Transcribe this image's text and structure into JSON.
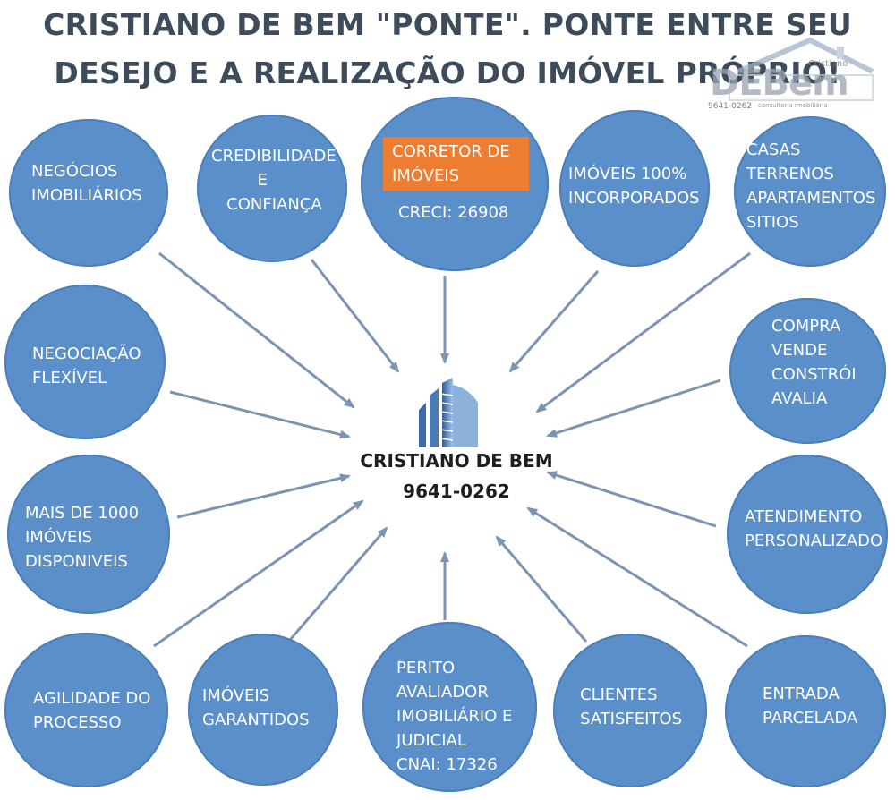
{
  "title": {
    "line1": "CRISTIANO DE BEM \"PONTE\". PONTE ENTRE SEU",
    "line2": "DESEJO E A REALIZAÇÃO DO IMÓVEL PRÓPRIO!"
  },
  "logo": {
    "brand": "DEBem",
    "name": "Cristiano",
    "phone": "9641-0262",
    "tagline": "consultoria imobiliária"
  },
  "center": {
    "name": "CRISTIANO DE BEM",
    "phone": "9641-0262",
    "icon": "building-icon"
  },
  "colors": {
    "circle": "#5b8fc9",
    "badge": "#ed7d31",
    "arrow": "#7b94b3",
    "title": "#3d4b5a"
  },
  "nodes": [
    {
      "id": "negocios",
      "text": "NEGÓCIOS\nIMOBILIÁRIOS"
    },
    {
      "id": "credibilidade",
      "text": "CREDIBILIDADE\n         E\n   CONFIANÇA"
    },
    {
      "id": "corretor",
      "badge": "CORRETOR DE\nIMÓVEIS",
      "text": "CRECI: 26908"
    },
    {
      "id": "imoveis100",
      "text": "IMÓVEIS 100%\nINCORPORADOS"
    },
    {
      "id": "casas",
      "text": "CASAS\nTERRENOS\nAPARTAMENTOS\nSITIOS"
    },
    {
      "id": "negociacao",
      "text": "NEGOCIAÇÃO\nFLEXÍVEL"
    },
    {
      "id": "compra",
      "text": "COMPRA\nVENDE\nCONSTRÓI\nAVALIA"
    },
    {
      "id": "mais1000",
      "text": "MAIS DE 1000\nIMÓVEIS\nDISPONIVEIS"
    },
    {
      "id": "atendimento",
      "text": "ATENDIMENTO\nPERSONALIZADO"
    },
    {
      "id": "agilidade",
      "text": "AGILIDADE DO\nPROCESSO"
    },
    {
      "id": "garantidos",
      "text": "IMÓVEIS\nGARANTIDOS"
    },
    {
      "id": "perito",
      "text": "PERITO\nAVALIADOR\nIMOBILIÁRIO E\nJUDICIAL\nCNAI: 17326"
    },
    {
      "id": "clientes",
      "text": "CLIENTES\nSATISFEITOS"
    },
    {
      "id": "entrada",
      "text": "ENTRADA\nPARCELADA"
    }
  ]
}
